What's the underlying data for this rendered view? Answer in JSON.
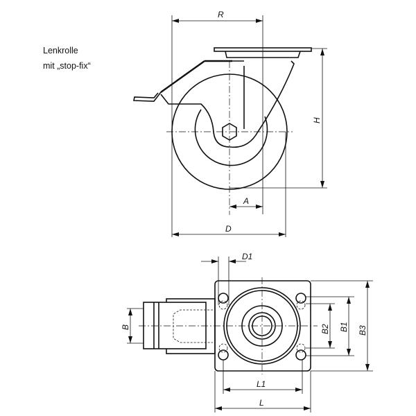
{
  "caption": {
    "line1": "Lenkrolle",
    "line2": "mit „stop-fix“"
  },
  "dimensions": {
    "R": "R",
    "H": "H",
    "A": "A",
    "D": "D",
    "D1": "D1",
    "B": "B",
    "B1": "B1",
    "B2": "B2",
    "B3": "B3",
    "L1": "L1",
    "L": "L"
  }
}
